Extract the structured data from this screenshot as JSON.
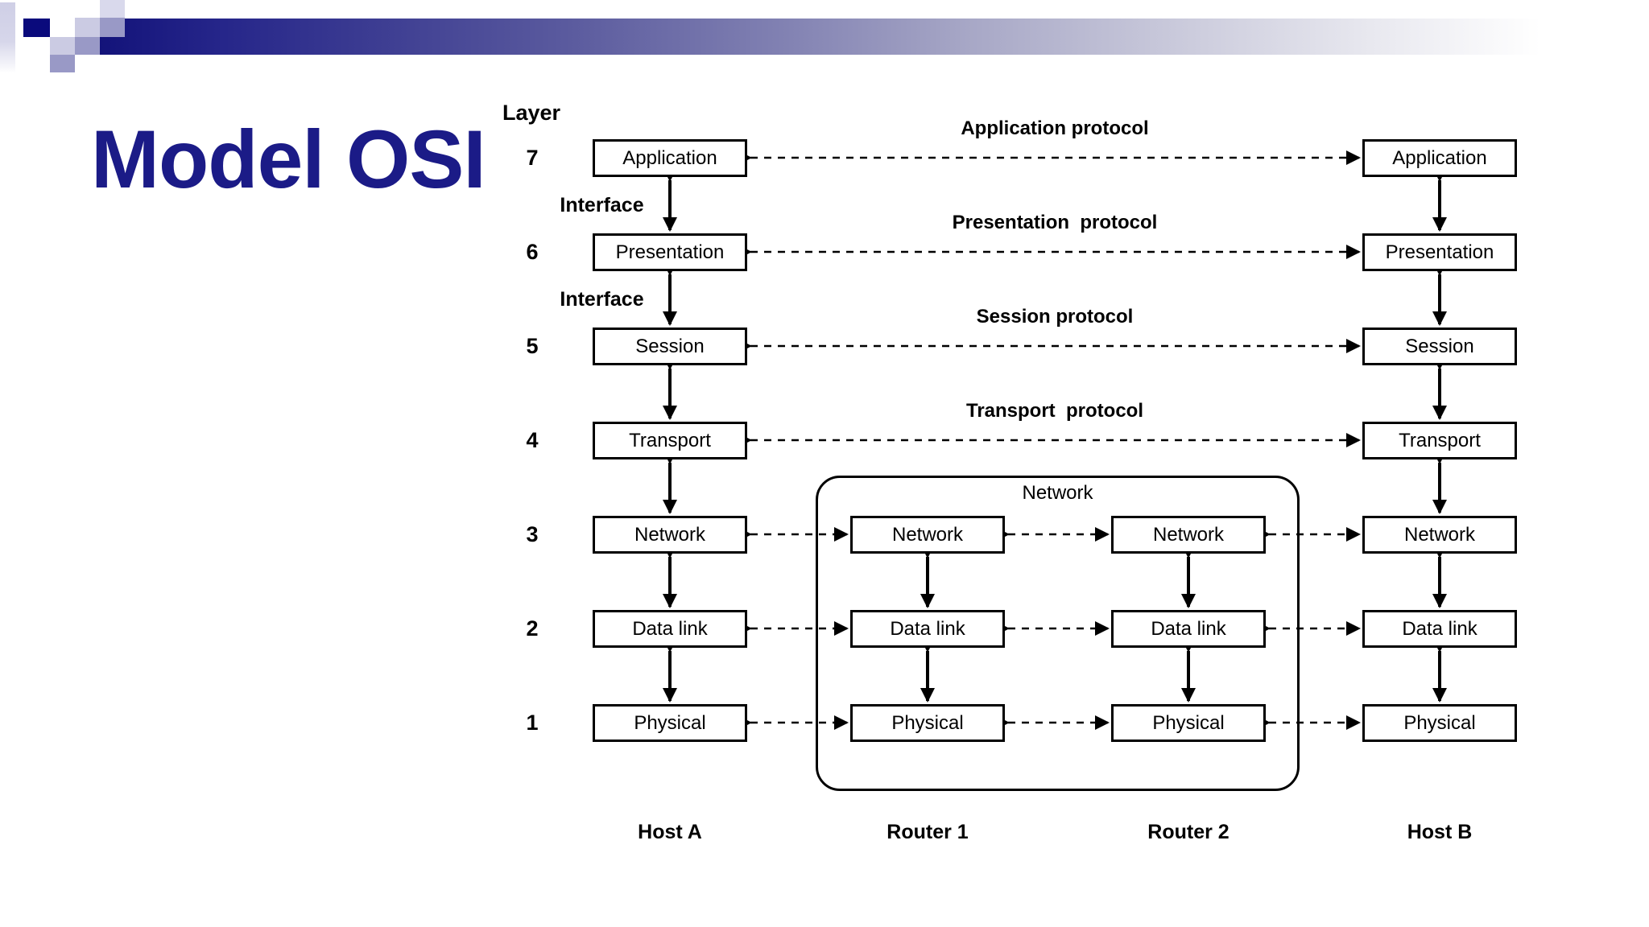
{
  "slide": {
    "title": "Model OSI"
  },
  "diagram": {
    "layer_axis_label": "Layer",
    "layer_numbers": [
      "7",
      "6",
      "5",
      "4",
      "3",
      "2",
      "1"
    ],
    "interface_label": "Interface",
    "network_group_label": "Network",
    "protocols": [
      "Application protocol",
      "Presentation  protocol",
      "Session protocol",
      "Transport  protocol"
    ],
    "columns": [
      {
        "id": "host-a",
        "label": "Host A",
        "boxes": [
          "Application",
          "Presentation",
          "Session",
          "Transport",
          "Network",
          "Data link",
          "Physical"
        ]
      },
      {
        "id": "router-1",
        "label": "Router 1",
        "boxes": [
          "Network",
          "Data link",
          "Physical"
        ]
      },
      {
        "id": "router-2",
        "label": "Router 2",
        "boxes": [
          "Network",
          "Data link",
          "Physical"
        ]
      },
      {
        "id": "host-b",
        "label": "Host B",
        "boxes": [
          "Application",
          "Presentation",
          "Session",
          "Transport",
          "Network",
          "Data link",
          "Physical"
        ]
      }
    ],
    "colors": {
      "title_text": "#1b1b87",
      "header_bar_dark": "#13137a",
      "decor_square_dark": "#0a0a7c",
      "decor_square_medium": "#9999c6",
      "decor_square_light": "#cbcbe3",
      "diagram_ink": "#000000",
      "background": "#ffffff"
    }
  }
}
